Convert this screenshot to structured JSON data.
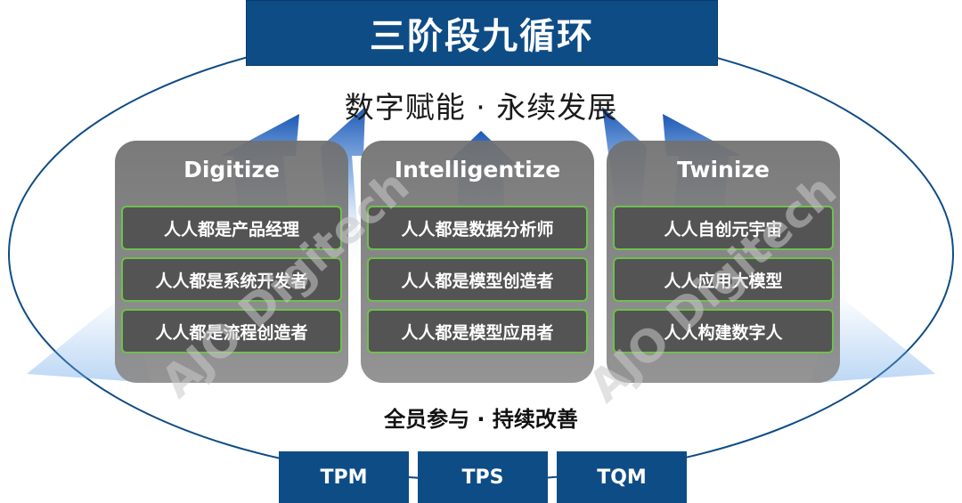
{
  "title": "三阶段九循环",
  "subtitle": "数字赋能 · 永续发展",
  "stages": [
    {
      "name": "Digitize",
      "items": [
        "人人都是产品经理",
        "人人都是系统开发者",
        "人人都是流程创造者"
      ]
    },
    {
      "name": "Intelligentize",
      "items": [
        "人人都是数据分析师",
        "人人都是模型创造者",
        "人人都是模型应用者"
      ]
    },
    {
      "name": "Twinize",
      "items": [
        "人人自创元宇宙",
        "人人应用大模型",
        "人人构建数字人"
      ]
    }
  ],
  "bottom_slogan": "全员参与 · 持续改善",
  "foundations": [
    "TPM",
    "TPS",
    "TQM"
  ],
  "watermark": "AJO Digitech",
  "colors": {
    "banner": "#0e4c86",
    "panel": "#7a7a7a",
    "item_fill": "#545454",
    "item_border": "#6fc04e",
    "arrow": "#1b5cb5"
  }
}
